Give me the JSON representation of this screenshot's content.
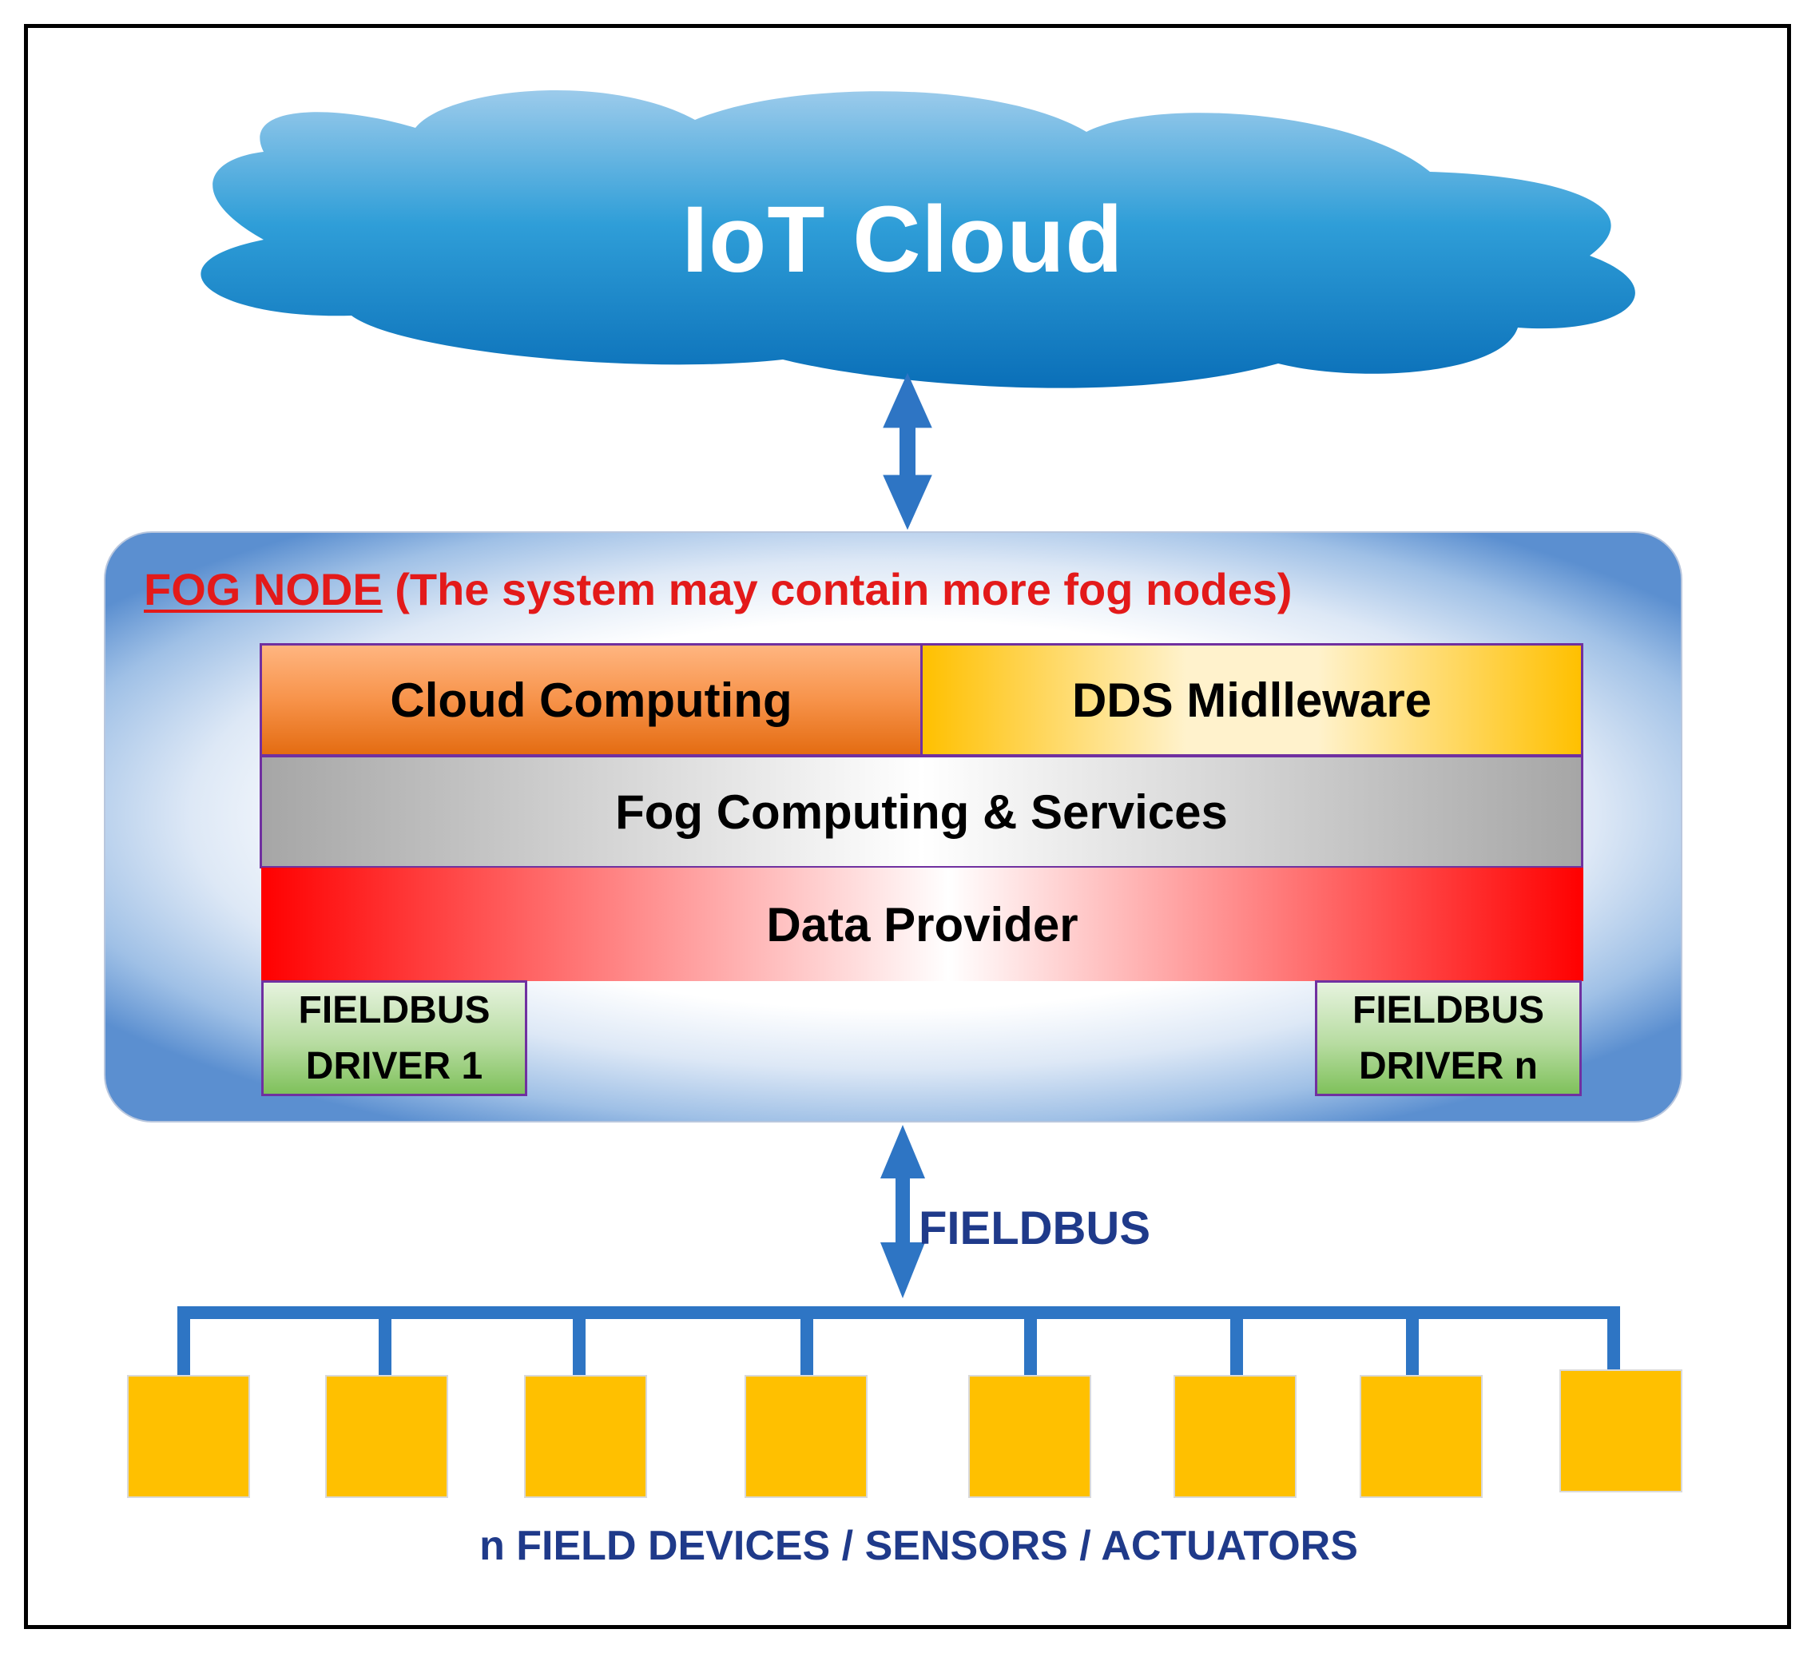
{
  "cloud": {
    "title": "IoT Cloud"
  },
  "fog_node": {
    "heading_main": "FOG NODE",
    "heading_note": " (The system may contain more fog nodes)"
  },
  "layers": {
    "cloud_computing": "Cloud Computing",
    "dds_middleware": "DDS Midlleware",
    "fog_computing": "Fog Computing & Services",
    "data_provider": "Data Provider"
  },
  "drivers": {
    "first_line1": "FIELDBUS",
    "first_line2": "DRIVER 1",
    "last_line1": "FIELDBUS",
    "last_line2": "DRIVER n"
  },
  "bus": {
    "label": "FIELDBUS"
  },
  "devices": {
    "label": "n FIELD DEVICES / SENSORS / ACTUATORS"
  },
  "colors": {
    "arrow_blue": "#2e75c4",
    "device_yellow": "#ffc000",
    "layer_border": "#7030a0",
    "heading_red": "#e31a1a",
    "label_navy": "#1f3a8a"
  }
}
